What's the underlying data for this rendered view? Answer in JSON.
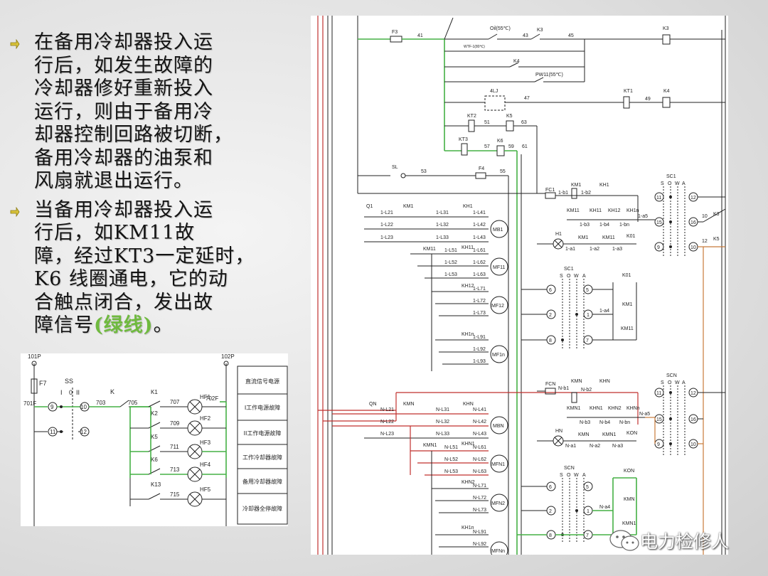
{
  "slide": {
    "bullets": [
      {
        "lines": [
          "在备用冷却器投入运",
          "行后，如发生故障的",
          "冷却器修好重新投入",
          "运行，则由于备用冷",
          "却器控制回路被切断，",
          "备用冷却器的油泵和",
          "风扇就退出运行。"
        ]
      },
      {
        "line1": "当备用冷却器投入运",
        "line2": "行后，如KM11故",
        "line3": "障，经过KT3一定延时，",
        "line4a": "K6 线圈通电，它的动",
        "line5": "合触点闭合，发出故",
        "line6a": "障信号",
        "line6b": "(绿线)",
        "line6c": "。"
      }
    ],
    "colors": {
      "green": "#6fba3e",
      "bullet": "#d8c23a",
      "wire_green": "#45b145",
      "wire_red": "#c0312f",
      "wire_orange": "#c87a3a"
    }
  },
  "small_diagram": {
    "bus_left": "101P",
    "bus_right": "102P",
    "fuse": "F7",
    "switch": "SS",
    "positions": [
      "I",
      "0",
      "II"
    ],
    "terminals": [
      "9",
      "10",
      "11",
      "12"
    ],
    "wires": [
      "701F",
      "703",
      "705",
      "702F"
    ],
    "contacts": [
      {
        "name": "K1",
        "wire": "707",
        "lamp": "HF1",
        "label": "直流信号电源"
      },
      {
        "name": "K2",
        "wire": "709",
        "lamp": "HF2",
        "label": "I工作电源故障"
      },
      {
        "name": "K5",
        "wire": "711",
        "lamp": "HF3",
        "label": "II工作电源故障"
      },
      {
        "name": "K6",
        "wire": "713",
        "lamp": "HF4",
        "label": "工作冷却器故障"
      },
      {
        "name": "K13",
        "wire": "715",
        "lamp": "HF5",
        "label": "备用冷却器故障"
      }
    ],
    "last_label": "冷却器全停故障",
    "k_label": "K"
  },
  "big_diagram": {
    "top": {
      "fuse": "F3",
      "wire41": "41",
      "oil": "Oil(55℃)",
      "wtr": "WTF-1(80℃)",
      "w43": "43",
      "k3": "K3",
      "w45": "45",
      "k4": "K4",
      "pw": "PW11(55℃)",
      "lj": "4LJ",
      "w47": "47",
      "kt1": "KT1",
      "w49": "49",
      "kt2": "KT2",
      "w51": "51",
      "k5": "K5",
      "w63": "63",
      "kt3": "KT3",
      "w57": "57",
      "k6": "K6",
      "w59": "59",
      "w61": "61",
      "sl": "SL",
      "w53": "53",
      "f4": "F4",
      "w55": "55"
    },
    "motor_group1": {
      "q": "Q1",
      "km": "KM1",
      "qlines": [
        "1-L21",
        "1-L22",
        "1-L23"
      ],
      "lines": [
        "1-L31",
        "1-L32",
        "1-L33"
      ],
      "kh": "KH1",
      "out": [
        "1-L41",
        "1-L42",
        "1-L43"
      ],
      "mb": "MB1",
      "km11": "KM11",
      "kh11": "KH11",
      "l5": [
        "1-L51",
        "1-L52",
        "1-L53"
      ],
      "l6": [
        "1-L61",
        "1-L62",
        "1-L63"
      ],
      "mf11": "MF11",
      "kh12": "KH12",
      "l7": [
        "1-L71",
        "1-L72",
        "1-L73"
      ],
      "mf12": "MF12",
      "kh1n": "KH1n",
      "l9": [
        "1-L91",
        "1-L92",
        "1-L93"
      ],
      "mf1n": "MF1n"
    },
    "control1": {
      "fc": "FC1",
      "b1": "1-b1",
      "km1": "KM1",
      "b2": "1-b2",
      "kh1": "KH1",
      "km11": "KM11",
      "kh11": "KH11",
      "kh12": "KH12",
      "kh1n": "KH1n",
      "b3": "1-b3",
      "b4": "1-b4",
      "bn": "1-bn",
      "a5": "1-a5",
      "h1": "H1",
      "a1": "1-a1",
      "a2": "1-a2",
      "a3": "1-a3",
      "km11b": "KM11",
      "k01": "K01",
      "sc": "SC1",
      "sowa": [
        "S",
        "O",
        "W",
        "A"
      ],
      "t11": "11",
      "t12": "12",
      "t15": "15",
      "t16": "16",
      "t9": "9",
      "t10": "10",
      "w10": "10",
      "w12": "12",
      "k3": "K3",
      "k5": "K5"
    },
    "control1b": {
      "sc": "SC1",
      "sowa": [
        "S",
        "O",
        "W",
        "A"
      ],
      "t6": "6",
      "t5": "5",
      "t2": "2",
      "t1": "1",
      "t8": "8",
      "t7": "7",
      "a4": "1-a4",
      "k01": "K01",
      "km1": "KM1",
      "km11": "KM11"
    },
    "motor_group2": {
      "q": "QN",
      "km": "KMN",
      "qlines": [
        "N-L21",
        "N-L22",
        "N-L23"
      ],
      "lines": [
        "N-L31",
        "N-L32",
        "N-L33"
      ],
      "kh": "KHN",
      "out": [
        "N-L41",
        "N-L42",
        "N-L43"
      ],
      "mb": "MBN",
      "km11": "KMN1",
      "kh11": "KHN1",
      "l5": [
        "N-L51",
        "N-L52",
        "N-L53"
      ],
      "l6": [
        "N-L61",
        "N-L62",
        "N-L63"
      ],
      "mf11": "MFN1",
      "kh12": "KHN2",
      "l7": [
        "N-L71",
        "N-L72",
        "N-L73"
      ],
      "mf12": "MFN2",
      "kh1n": "KH1n",
      "l9": [
        "N-L91",
        "N-L92"
      ],
      "mf1n": "MFNn"
    },
    "control2": {
      "fc": "FCN",
      "b1": "N-b1",
      "km1": "KMN",
      "b2": "N-b2",
      "kh1": "KHN",
      "km11": "KMN1",
      "kh11": "KHN1",
      "kh12": "KHN2",
      "kh1n": "KHNn",
      "b3": "N-b3",
      "b4": "N-b4",
      "bn": "N-bn",
      "a5": "N-a5",
      "h1": "HN",
      "a1": "N-a1",
      "a2": "N-a2",
      "a3": "N-a3",
      "km11b": "KMN",
      "kmn1": "KMN1",
      "k01": "KON",
      "sc": "SCN",
      "sowa": [
        "S",
        "O",
        "W",
        "A"
      ],
      "t11": "11",
      "t12": "12",
      "t15": "15",
      "t16": "16",
      "t9": "9",
      "t10": "10"
    },
    "control2b": {
      "sc": "SCN",
      "sowa": [
        "S",
        "O",
        "W",
        "A"
      ],
      "t6": "6",
      "t5": "5",
      "t2": "2",
      "t1": "1",
      "t8": "8",
      "t7": "7",
      "a4": "N-a4",
      "k01": "KON",
      "km1": "KMN",
      "km11": "KMN1"
    }
  },
  "watermark": {
    "text": "电力检修人"
  }
}
